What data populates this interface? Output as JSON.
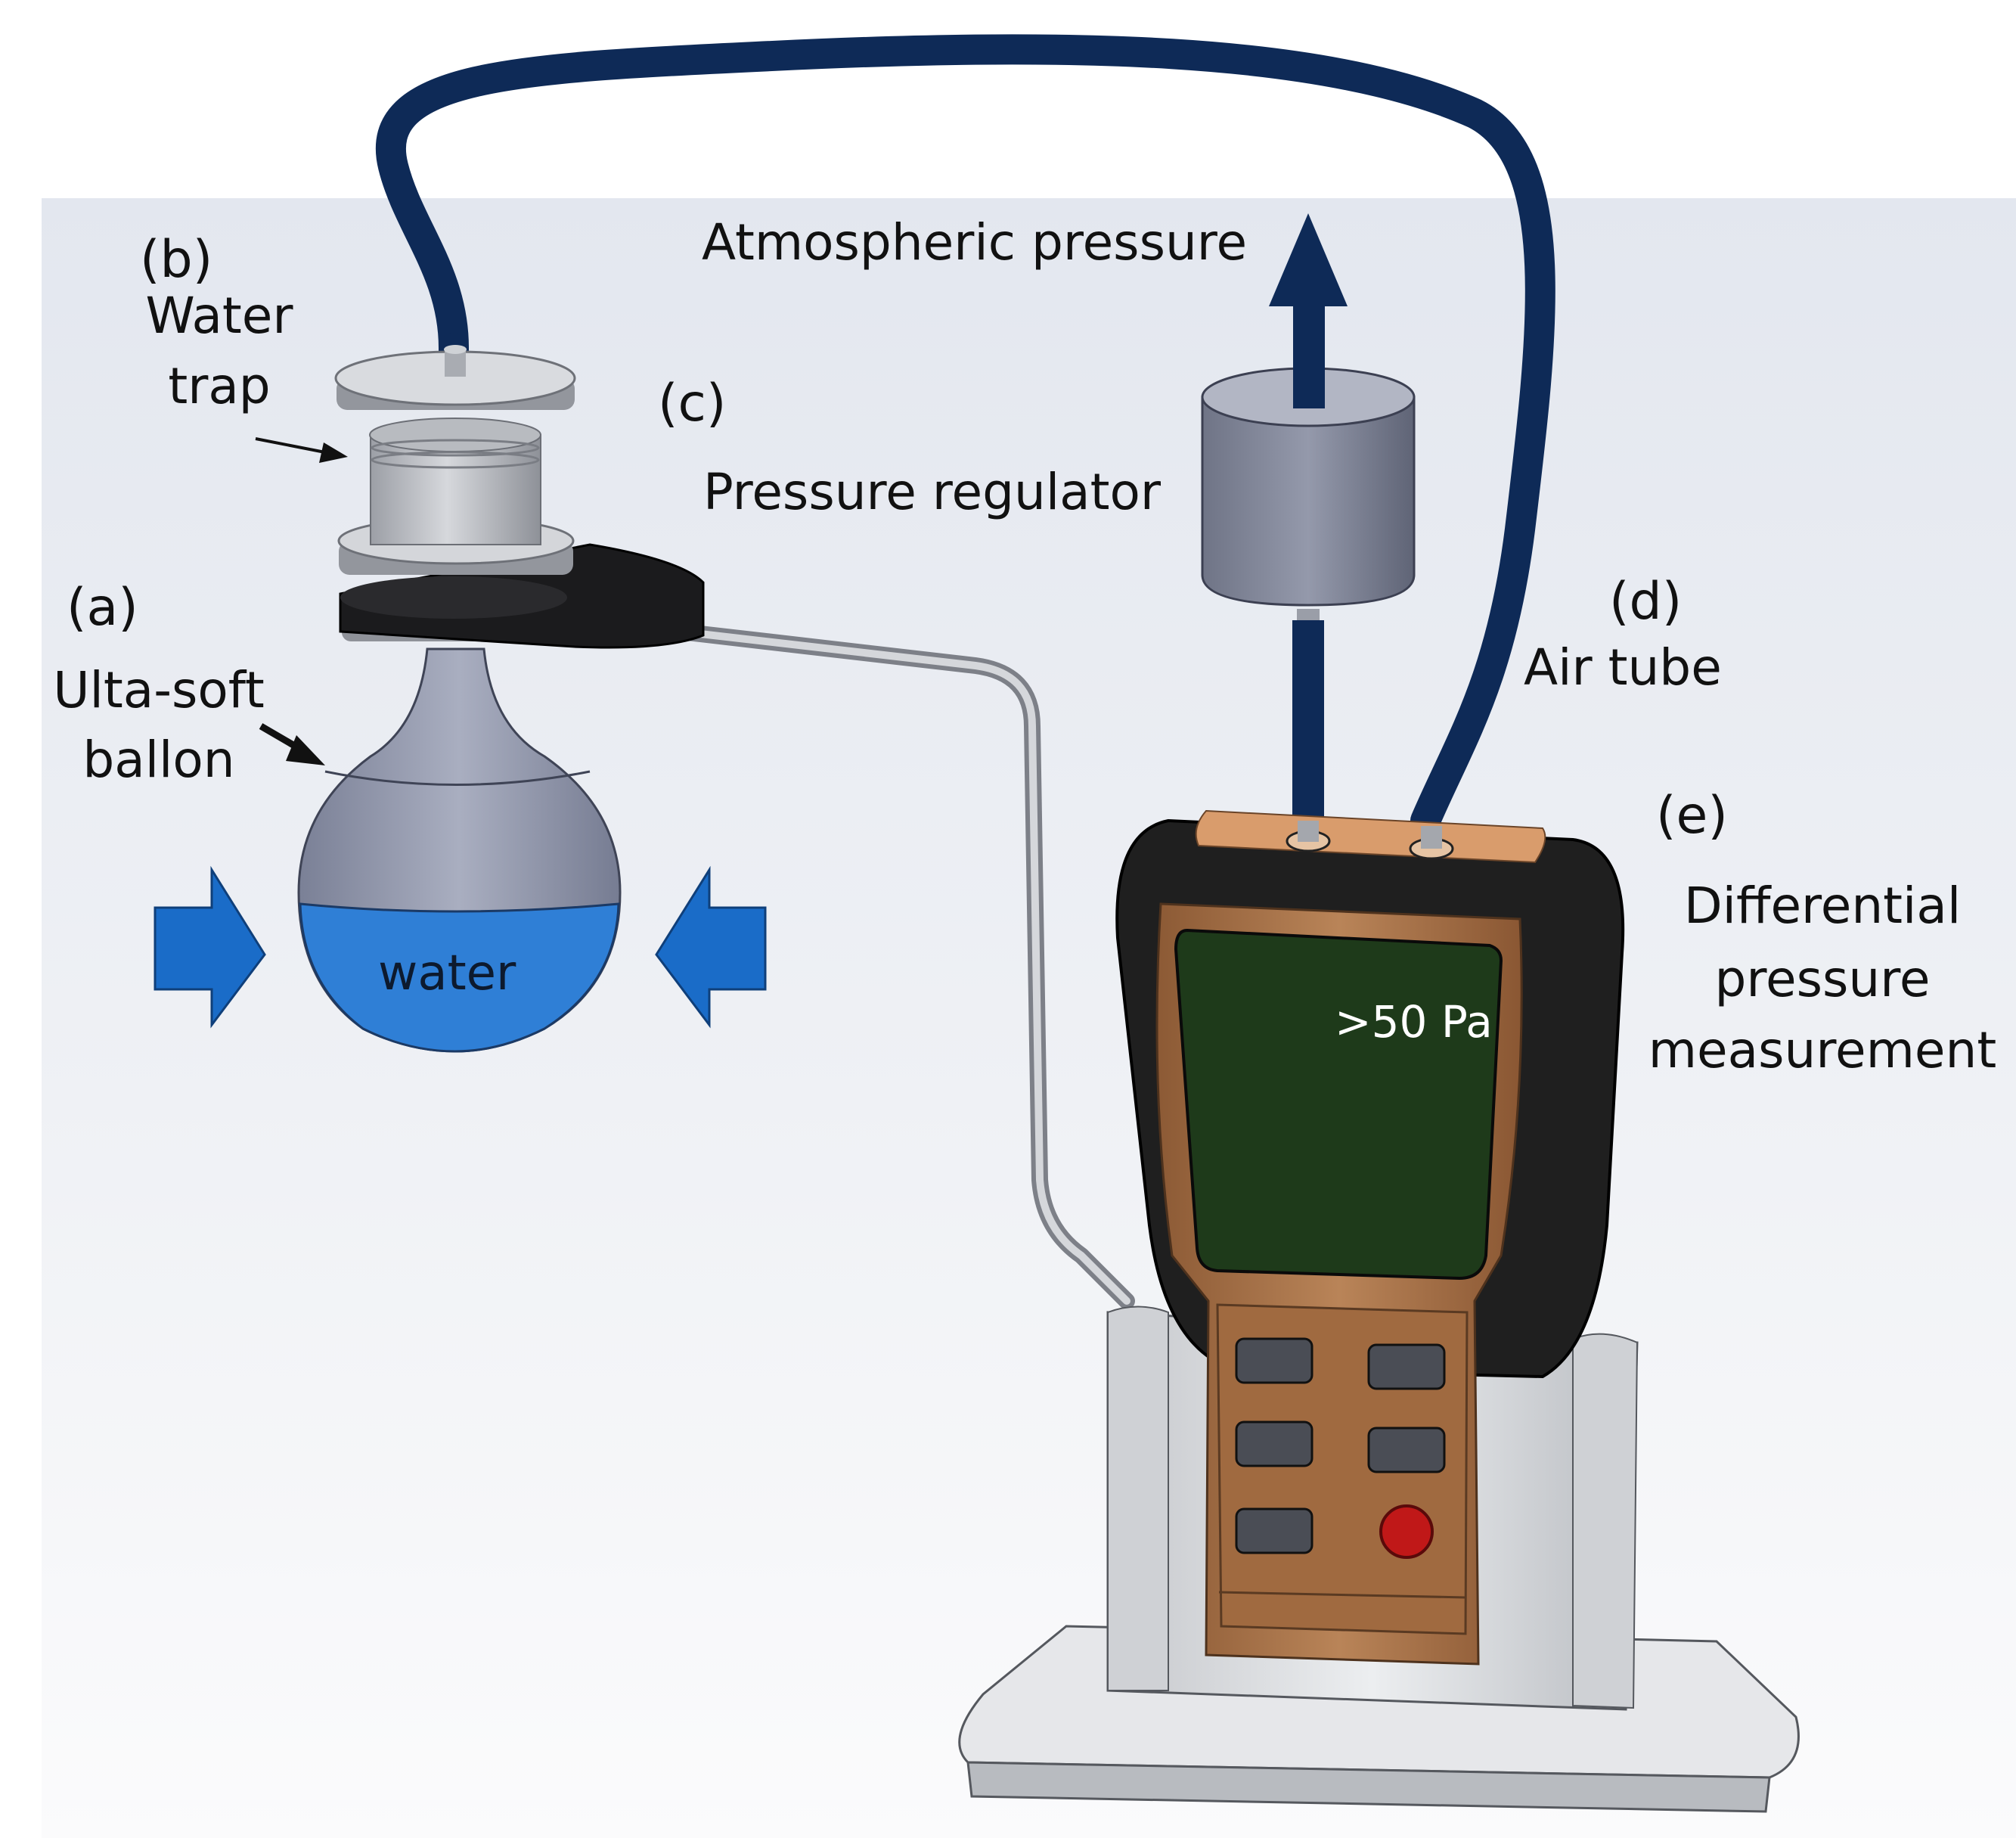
{
  "labels": {
    "a": "(a)",
    "balloon_line1": "Ulta-soft",
    "balloon_line2": "ballon",
    "b": "(b)",
    "trap_line1": "Water",
    "trap_line2": "trap",
    "c": "(c)",
    "regulator": "Pressure regulator",
    "atmospheric": "Atmospheric pressure",
    "d": "(d)",
    "air_tube": "Air tube",
    "e": "(e)",
    "diff_line1": "Differential",
    "diff_line2": "pressure",
    "diff_line3": "measurement",
    "water": "water",
    "screen_reading": ">50 Pa"
  },
  "colors": {
    "air_tube": "#0e2a57",
    "arrow_blue": "#1a6cc8",
    "water_blue": "#2f7fd6",
    "balloon_grey": "#8d93a6",
    "meter_body": "#b07a50",
    "meter_case": "#1f1f1f",
    "screen": "#1e3a1a",
    "stand": "#d8dadd"
  }
}
